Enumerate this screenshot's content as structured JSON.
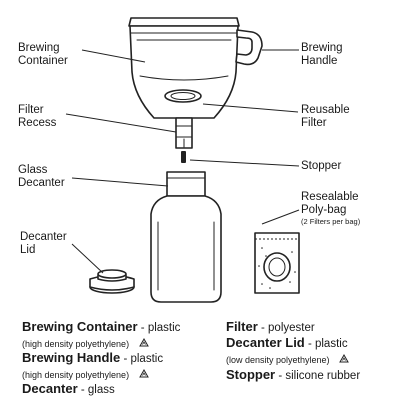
{
  "callouts": {
    "brewing_container": [
      "Brewing",
      "Container"
    ],
    "brewing_handle": [
      "Brewing",
      "Handle"
    ],
    "filter_recess": [
      "Filter",
      "Recess"
    ],
    "reusable_filter": [
      "Reusable",
      "Filter"
    ],
    "glass_decanter": [
      "Glass",
      "Decanter"
    ],
    "stopper": "Stopper",
    "resealable_bag": [
      "Resealable",
      "Poly-bag"
    ],
    "bag_note": "(2 Filters per bag)",
    "decanter_lid": [
      "Decanter",
      "Lid"
    ]
  },
  "materials": [
    {
      "name": "Brewing Container",
      "separator": " - ",
      "material": "plastic",
      "note": "(high density polyethylene)",
      "icon": "recycle-icon"
    },
    {
      "name": "Brewing Handle",
      "separator": " - ",
      "material": "plastic",
      "note": "(high density polyethylene)",
      "icon": "recycle-icon"
    },
    {
      "name": "Decanter",
      "separator": " - ",
      "material": "glass",
      "note": "",
      "icon": ""
    },
    {
      "name": "Filter",
      "separator": " - ",
      "material": "polyester",
      "note": "",
      "icon": ""
    },
    {
      "name": "Decanter Lid",
      "separator": " - ",
      "material": "plastic",
      "note": "(low density polyethylene)",
      "icon": "recycle-icon"
    },
    {
      "name": "Stopper",
      "separator": " - ",
      "material": "silicone rubber",
      "note": "",
      "icon": ""
    }
  ]
}
